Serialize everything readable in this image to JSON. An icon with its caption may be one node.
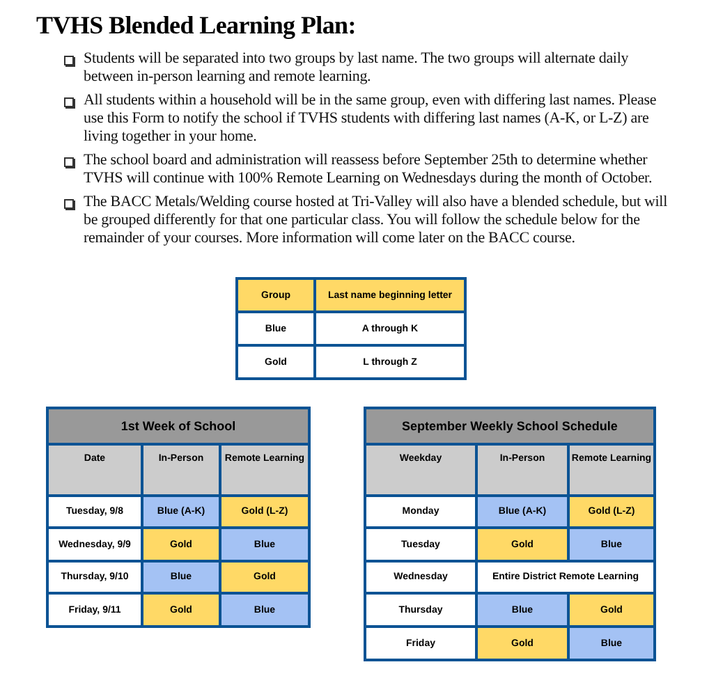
{
  "diagram": {
    "title": "TVHS Blended Learning Plan:",
    "labels": [
      "Students will be separated into two groups by last name. The two groups will alternate daily between in-person learning and remote learning.",
      "All students within a household will be in the same group, even with differing last names. Please use this Form to notify the school if TVHS students with differing last names (A-K, or L-Z) are living together in your home.",
      "The school board and administration will reassess before September 25th to determine whether TVHS will continue with 100% Remote Learning on Wednesdays during the month of October.",
      "The BACC Metals/Welding course hosted at Tri-Valley will also have a blended schedule, but will be grouped differently for that one particular class. You will follow the schedule below for the remainder of your courses.  More information will come later on the BACC course.",
      "Group",
      "Last name beginning letter",
      "Blue",
      "A through K",
      "Gold",
      "L through Z",
      "1st Week of School",
      "Date",
      "In-Person",
      "Remote Learning",
      "Tuesday, 9/8",
      "Blue (A-K)",
      "Gold (L-Z)",
      "Wednesday, 9/9",
      "Gold",
      "Blue",
      "Thursday, 9/10",
      "Blue",
      "Gold",
      "Friday, 9/11",
      "Gold",
      "Blue",
      "September Weekly School Schedule",
      "Weekday",
      "In-Person",
      "Remote Learning",
      "Monday",
      "Blue (A-K)",
      "Gold (L-Z)",
      "Tuesday",
      "Gold",
      "Blue",
      "Wednesday",
      "Entire District Remote Learning",
      "Thursday",
      "Blue",
      "Gold",
      "Friday",
      "Gold",
      "Blue"
    ]
  }
}
